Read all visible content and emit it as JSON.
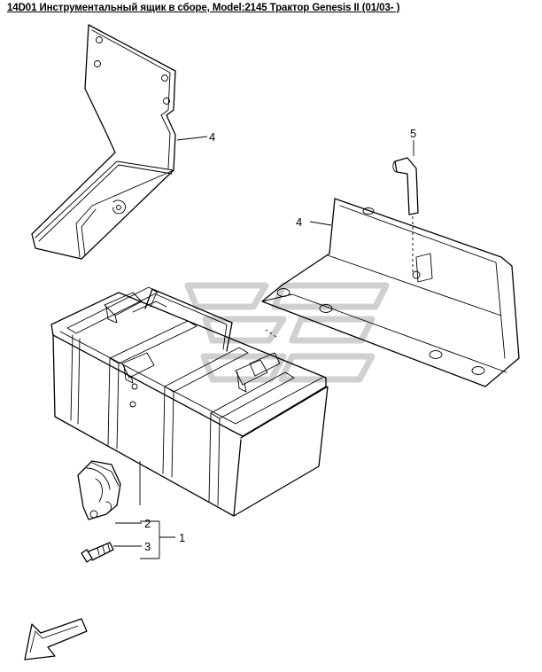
{
  "title": "14D01 Инструментальный ящик в сборе, Model:2145 Трактор Genesis II (01/03- )",
  "callouts": {
    "c1": "1",
    "c2": "2",
    "c3": "3",
    "c4_bracket": "4",
    "c4_plate": "4",
    "c5": "5"
  },
  "colors": {
    "line": "#000000",
    "background": "#ffffff",
    "watermark": "#d0d0d0"
  },
  "icons": {
    "navigation": "back-arrow-icon"
  }
}
